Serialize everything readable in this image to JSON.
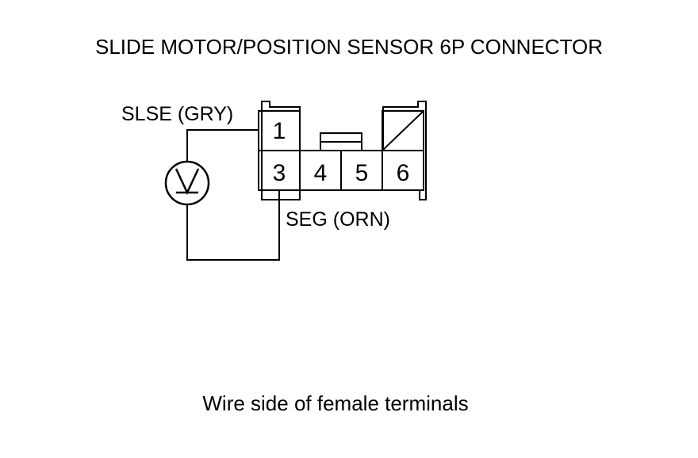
{
  "title": "SLIDE MOTOR/POSITION SENSOR 6P CONNECTOR",
  "caption": "Wire side of female terminals",
  "connector": {
    "terminals": [
      {
        "id": "t1",
        "label": "1"
      },
      {
        "id": "t3",
        "label": "3"
      },
      {
        "id": "t4",
        "label": "4"
      },
      {
        "id": "t5",
        "label": "5"
      },
      {
        "id": "t6",
        "label": "6"
      }
    ]
  },
  "wires": {
    "positive": "SLSE (GRY)",
    "negative": "SEG (ORN)"
  },
  "meter": {
    "symbol": "V",
    "icon": "voltmeter-icon"
  }
}
